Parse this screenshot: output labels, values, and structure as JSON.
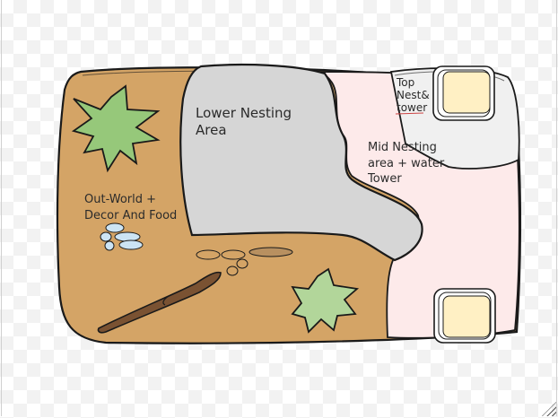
{
  "labels": {
    "outworld_line1": "Out-World +",
    "outworld_line2": "Decor And Food",
    "lower_line1": "Lower Nesting",
    "lower_line2": "Area",
    "mid_line1": "Mid Nesting",
    "mid_line2": "area + water",
    "mid_line3": "Tower",
    "top_line1": "Top",
    "top_line2": "Nest&",
    "top_line3": "tower"
  },
  "colors": {
    "outworld": "#d4a466",
    "lower_nesting": "#d6d6d6",
    "mid_nesting": "#fdeaea",
    "top_nest": "#f0f0f0",
    "plant": "#96c87a",
    "plant_light": "#b2d69a",
    "stick": "#7a5232",
    "tower": "#fff0c4",
    "pebble": "#cce4f4"
  }
}
